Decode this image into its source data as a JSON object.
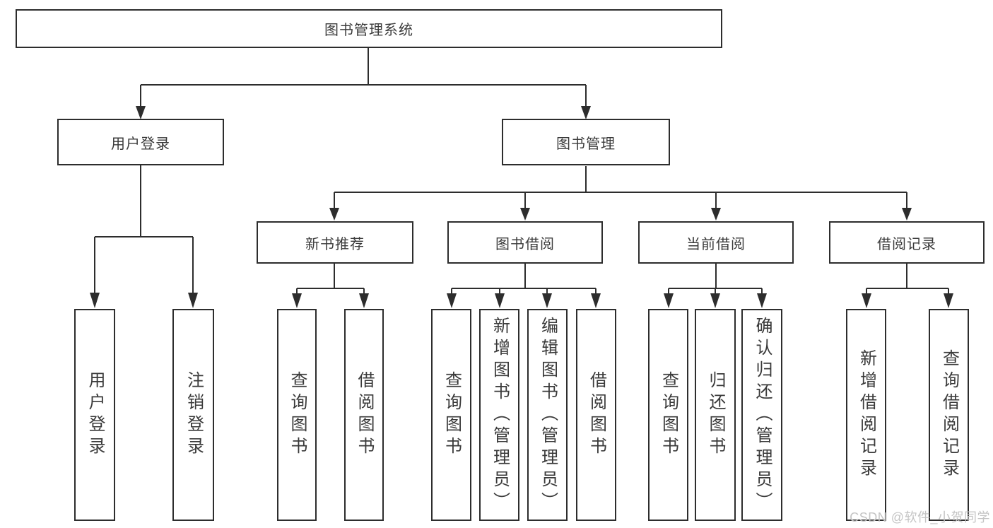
{
  "tree": {
    "label": "图书管理系统",
    "children": [
      {
        "label": "用户登录",
        "children": [
          {
            "label": "用户登录"
          },
          {
            "label": "注销登录"
          }
        ]
      },
      {
        "label": "图书管理",
        "children": [
          {
            "label": "新书推荐",
            "children": [
              {
                "label": "查询图书"
              },
              {
                "label": "借阅图书"
              }
            ]
          },
          {
            "label": "图书借阅",
            "children": [
              {
                "label": "查询图书"
              },
              {
                "label": "新增图书（管理员）"
              },
              {
                "label": "编辑图书（管理员）"
              },
              {
                "label": "借阅图书"
              }
            ]
          },
          {
            "label": "当前借阅",
            "children": [
              {
                "label": "查询图书"
              },
              {
                "label": "归还图书"
              },
              {
                "label": "确认归还（管理员）"
              }
            ]
          },
          {
            "label": "借阅记录",
            "children": [
              {
                "label": "新增借阅记录"
              },
              {
                "label": "查询借阅记录"
              }
            ]
          }
        ]
      }
    ]
  },
  "watermark": {
    "text": "CSDN @软件_小贺同学"
  },
  "colors": {
    "line": "#2d2d2d",
    "text": "#3a3a3a",
    "watermark": "#c4c4c4",
    "background": "#ffffff"
  }
}
